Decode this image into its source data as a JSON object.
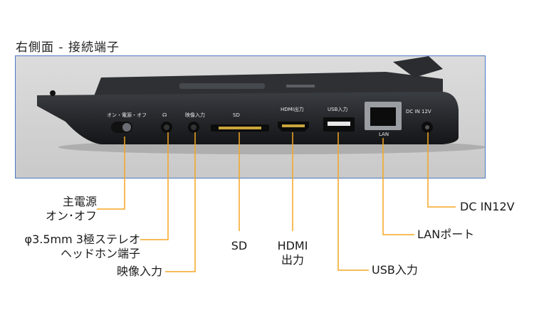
{
  "title": "右側面 - 接続端子",
  "colors": {
    "accent": "#f5a623",
    "frame": "#4a78c4"
  },
  "port_markings": {
    "power": "オン・電源・オフ",
    "headphone": "☊",
    "video": "映像入力",
    "sd": "SD",
    "hdmi": "HDMI出力",
    "usb": "USB入力",
    "lan": "LAN",
    "dc": "DC IN 12V"
  },
  "labels": {
    "power_line1": "主電源",
    "power_line2": "オン･オフ",
    "headphone_line1": "φ3.5mm 3極ステレオ",
    "headphone_line2": "ヘッドホン端子",
    "video": "映像入力",
    "sd": "SD",
    "hdmi_line1": "HDMI",
    "hdmi_line2": "出力",
    "usb": "USB入力",
    "lan": "LANポート",
    "dc": "DC IN12V"
  }
}
